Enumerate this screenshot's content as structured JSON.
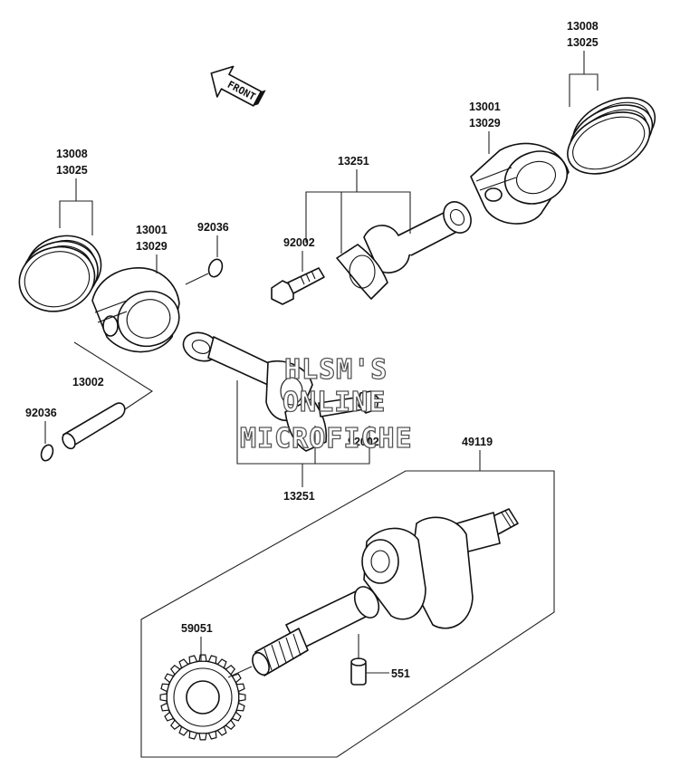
{
  "front_label": "FRONT",
  "parts": {
    "rings_left": [
      "13008",
      "13025"
    ],
    "rings_right": [
      "13008",
      "13025"
    ],
    "piston_left": [
      "13001",
      "13029"
    ],
    "piston_right": [
      "13001",
      "13029"
    ],
    "clip_left_upper": "92036",
    "clip_left_lower": "92036",
    "pin": "13002",
    "rod_top": "13251",
    "rod_bottom": "13251",
    "bolt_top": "92002",
    "bolt_bottom": "92002",
    "crankshaft": "49119",
    "gear": "59051",
    "dowel": "551"
  },
  "watermark": [
    "HLSM'S",
    "ONLINE",
    "MICROFICHE"
  ]
}
